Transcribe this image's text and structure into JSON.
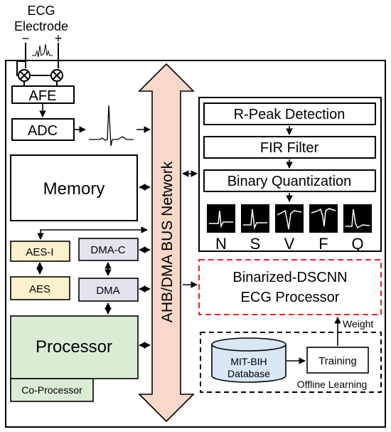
{
  "electrode": {
    "title_line1": "ECG",
    "title_line2": "Electrode",
    "minus": "−",
    "plus": "+"
  },
  "blocks": {
    "afe": "AFE",
    "adc": "ADC",
    "memory": "Memory",
    "aes_i": "AES-I",
    "aes": "AES",
    "dma_c": "DMA-C",
    "dma": "DMA",
    "processor": "Processor",
    "co_processor": "Co-Processor"
  },
  "bus": {
    "label": "AHB/DMA BUS Network"
  },
  "pipeline": {
    "r_peak": "R-Peak Detection",
    "fir": "FIR Filter",
    "binary_quant": "Binary Quantization",
    "classes": [
      "N",
      "S",
      "V",
      "F",
      "Q"
    ]
  },
  "bdscnn": {
    "line1": "Binarized-DSCNN",
    "line2": "ECG Processor"
  },
  "offline": {
    "weight": "Weight",
    "db_line1": "MIT-BIH",
    "db_line2": "Database",
    "training": "Training",
    "label": "Offline Learning"
  },
  "colors": {
    "aes_fill": "#fdf1cd",
    "dma_fill": "#e6e1ee",
    "processor_fill": "#dbecd4",
    "bus_fill": "#f8d8c9",
    "db_fill": "#d9e6f4",
    "dashed_red": "#e8242b"
  }
}
